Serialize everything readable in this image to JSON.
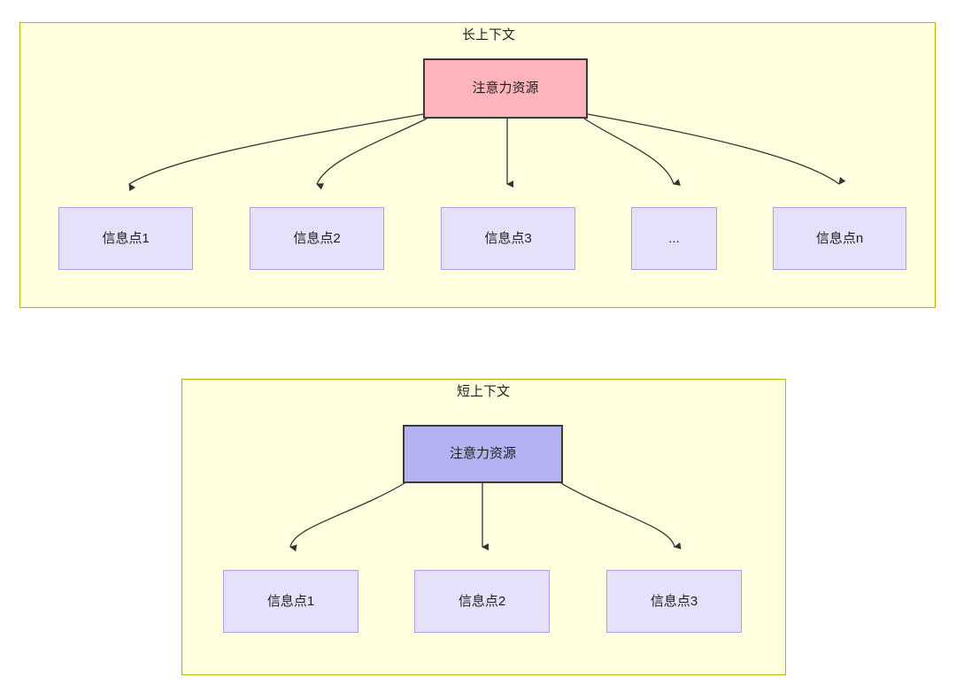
{
  "diagram": {
    "type": "flowchart",
    "background": "#ffffff",
    "panels": [
      {
        "id": "long-context",
        "title": "长上下文",
        "fill": "#ffffe0",
        "stroke": "#b5b500",
        "root": {
          "label": "注意力资源",
          "fill": "#ffb3ba",
          "stroke": "#3b3b3b"
        },
        "leaves": [
          {
            "label": "信息点1"
          },
          {
            "label": "信息点2"
          },
          {
            "label": "信息点3"
          },
          {
            "label": "..."
          },
          {
            "label": "信息点n"
          }
        ],
        "leaf_fill": "#e6e1fa",
        "leaf_stroke": "#b39ddb",
        "edge_count": 5,
        "edge_color": "#333333"
      },
      {
        "id": "short-context",
        "title": "短上下文",
        "fill": "#ffffe0",
        "stroke": "#b5b500",
        "root": {
          "label": "注意力资源",
          "fill": "#b3b3f2",
          "stroke": "#3b3b3b"
        },
        "leaves": [
          {
            "label": "信息点1"
          },
          {
            "label": "信息点2"
          },
          {
            "label": "信息点3"
          }
        ],
        "leaf_fill": "#e6e1fa",
        "leaf_stroke": "#b39ddb",
        "edge_count": 3,
        "edge_color": "#333333"
      }
    ]
  }
}
